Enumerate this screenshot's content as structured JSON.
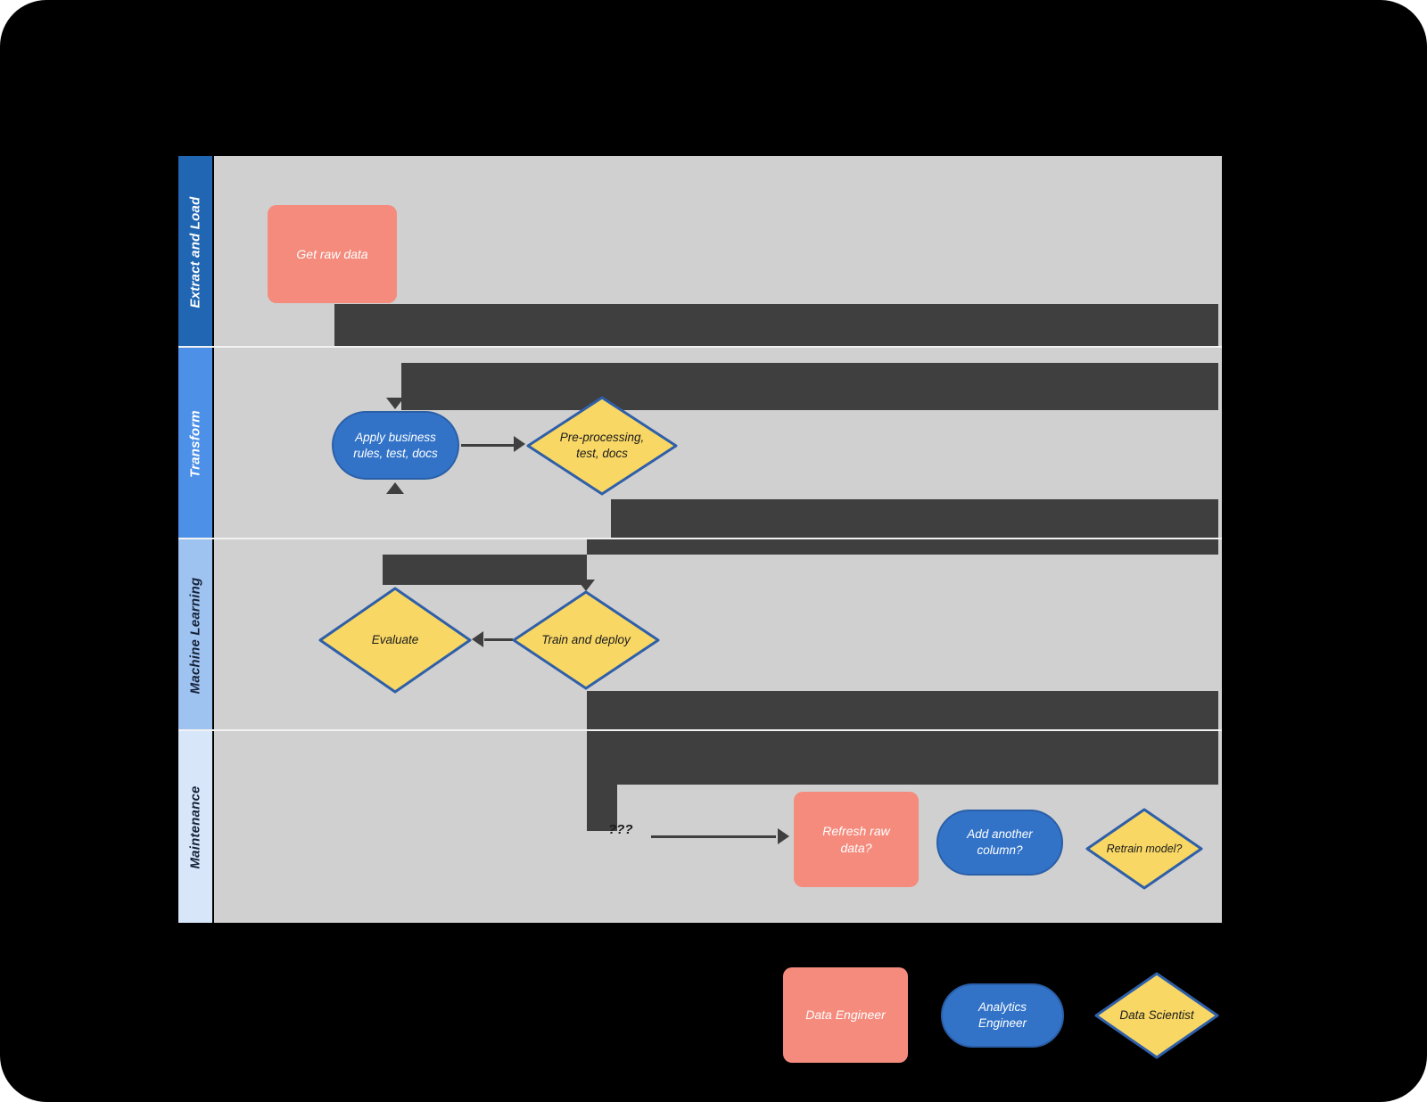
{
  "diagram": {
    "lanes": [
      {
        "label": "Extract and Load"
      },
      {
        "label": "Transform"
      },
      {
        "label": "Machine Learning"
      },
      {
        "label": "Maintenance"
      }
    ],
    "nodes": {
      "get_raw_data": {
        "label": "Get raw data",
        "type": "process",
        "role_color": "salmon"
      },
      "apply_rules": {
        "label": "Apply business rules, test, docs",
        "type": "process",
        "role_color": "blue"
      },
      "preprocessing": {
        "label": "Pre-processing, test, docs",
        "type": "decision",
        "role_color": "yellow"
      },
      "evaluate": {
        "label": "Evaluate",
        "type": "decision",
        "role_color": "yellow"
      },
      "train_deploy": {
        "label": "Train and deploy",
        "type": "decision",
        "role_color": "yellow"
      },
      "refresh_raw": {
        "label": "Refresh raw data?",
        "type": "process",
        "role_color": "salmon"
      },
      "add_column": {
        "label": "Add another column?",
        "type": "process",
        "role_color": "blue"
      },
      "retrain": {
        "label": "Retrain model?",
        "type": "decision",
        "role_color": "yellow"
      }
    },
    "annotations": {
      "unknown_steps": "???"
    },
    "legend": {
      "data_engineer": "Data Engineer",
      "analytics_engineer": "Analytics Engineer",
      "data_scientist": "Data Scientist"
    },
    "colors": {
      "canvas_bg": "#000000",
      "lane_body": "#d0d0d0",
      "connector": "#3f3f3f",
      "lane_extract": "#2166b2",
      "lane_transform": "#4c90e8",
      "lane_ml": "#9fc3f0",
      "lane_maintenance": "#d7e6f9",
      "node_salmon": "#f48b7d",
      "node_blue": "#3273c8",
      "node_blue_border": "#2a5fa8",
      "node_yellow": "#f8d765",
      "diamond_border": "#2f5fa8"
    }
  }
}
